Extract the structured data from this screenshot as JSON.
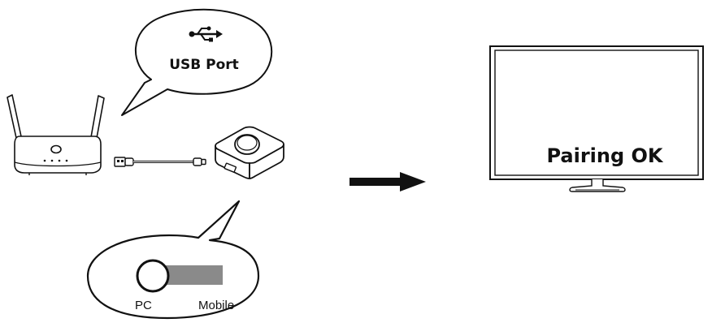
{
  "usb_bubble": {
    "icon": "usb-icon",
    "label": "USB Port"
  },
  "switch_bubble": {
    "left_label": "PC",
    "right_label": "Mobile"
  },
  "tv": {
    "message": "Pairing OK"
  },
  "colors": {
    "stroke": "#111111",
    "switch_track": "#8a8a8a",
    "background": "#ffffff"
  }
}
